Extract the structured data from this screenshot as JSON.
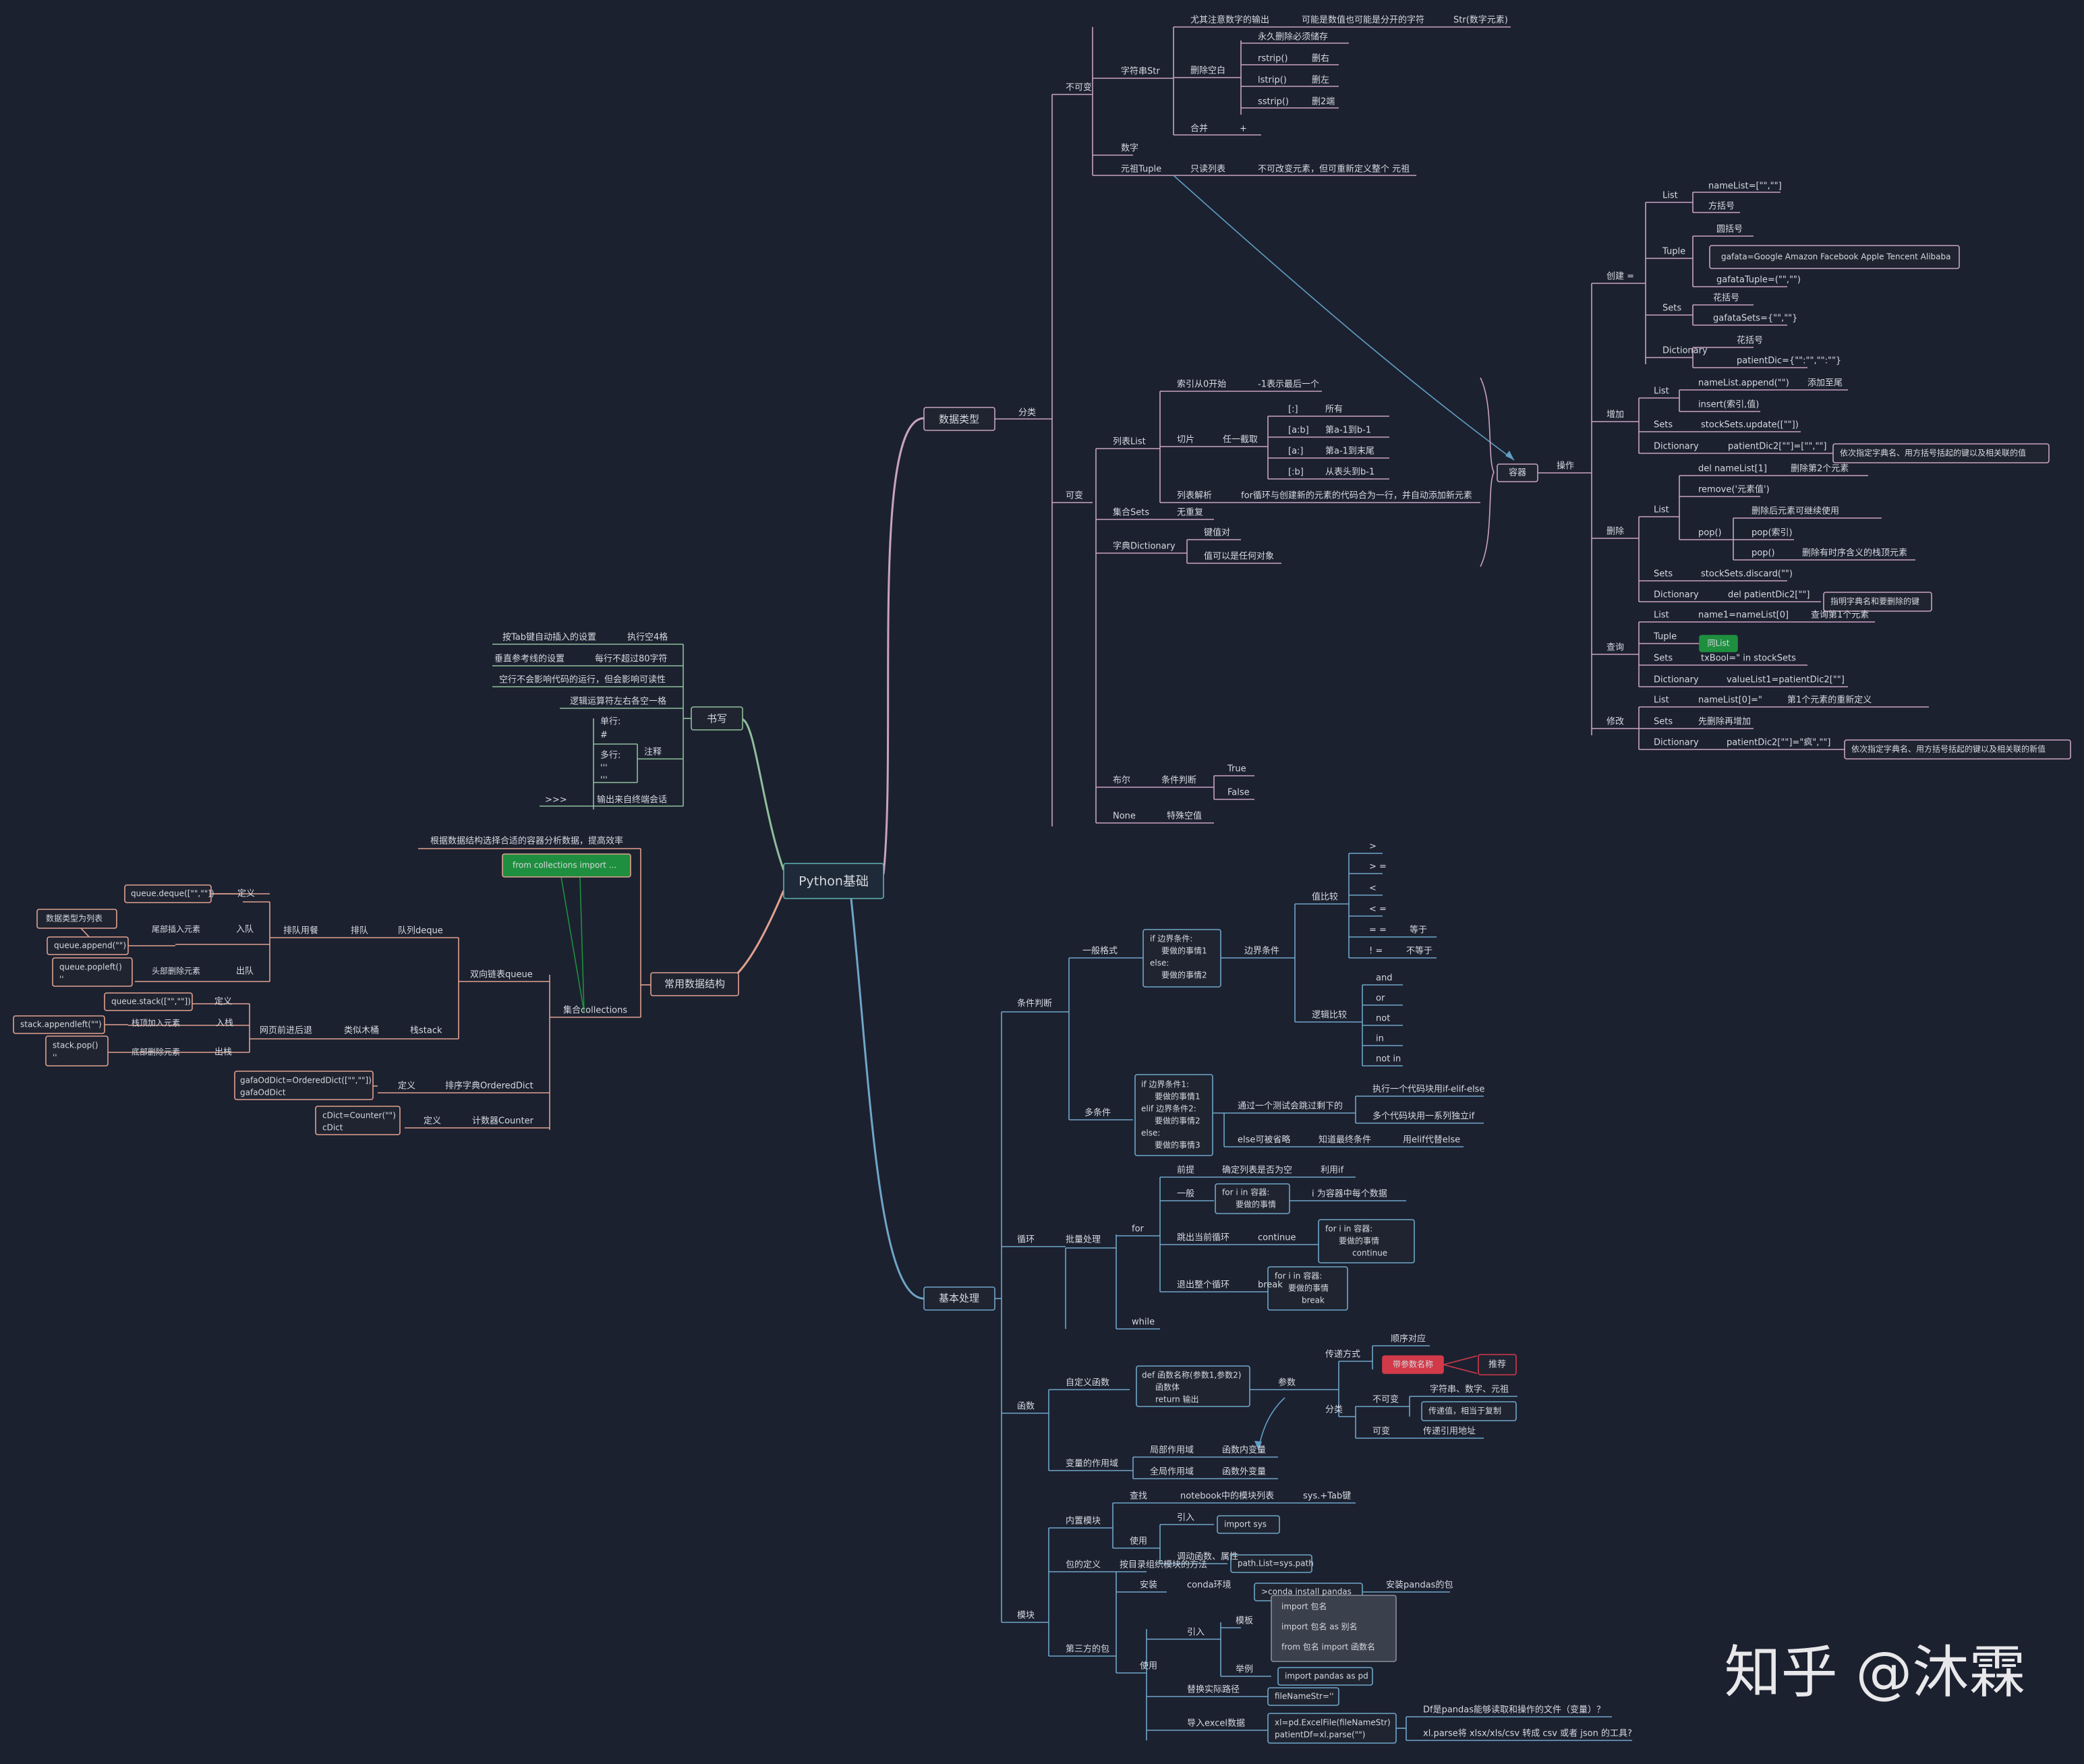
{
  "central": "Python基础",
  "branches": {
    "data_types": "数据类型",
    "classify": "分类",
    "writing": "书写",
    "common_ds": "常用数据结构",
    "basics": "基本处理"
  },
  "immutable": {
    "label": "不可变",
    "string": "字符串Str",
    "number_out": "尤其注意数字的输出",
    "may_be_split": "可能是数值也可能是分开的字符",
    "str_elem": "Str(数字元素)",
    "strip": "删除空白",
    "perm_save": "永久删除必须储存",
    "rstrip": "rstrip()",
    "rstrip_d": "删右",
    "lstrip": "lstrip()",
    "lstrip_d": "删左",
    "sstrip": "sstrip()",
    "sstrip_d": "删2端",
    "merge": "合并",
    "plus": "+",
    "number": "数字",
    "tuple": "元祖Tuple",
    "readonly": "只读列表",
    "tuple_note": "不可改变元素，但可重新定义整个 元祖"
  },
  "mutable": {
    "label": "可变",
    "list": "列表List",
    "index": "索引从0开始",
    "neg1": "-1表示最后一个",
    "slice": "切片",
    "any_cut": "任一截取",
    "s_all": "[:]",
    "s_all_d": "所有",
    "s_ab": "[a:b]",
    "s_ab_d": "第a-1到b-1",
    "s_a": "[a:]",
    "s_a_d": "第a-1到末尾",
    "s_b": "[:b]",
    "s_b_d": "从表头到b-1",
    "comp": "列表解析",
    "comp_d": "for循环与创建新的元素的代码合为一行，并自动添加新元素",
    "sets": "集合Sets",
    "unordered": "无重复",
    "dict": "字典Dictionary",
    "kv": "键值对",
    "any_obj": "值可以是任何对象",
    "bool": "布尔",
    "cond": "条件判断",
    "true": "True",
    "false": "False",
    "none": "None",
    "null": "特殊空值"
  },
  "container": {
    "label": "容器",
    "ops": "操作",
    "create": "创建 =",
    "c_list": "List",
    "c_list1": "nameList=[\"\",\"\"]",
    "c_list2": "方括号",
    "c_tuple": "Tuple",
    "c_tuple1": "圆括号",
    "c_tuple2": "gafata=Google Amazon Facebook Apple Tencent Alibaba",
    "c_tuple3": "gafataTuple=(\"\",\"\")",
    "c_sets": "Sets",
    "c_sets1": "花括号",
    "c_sets2": "gafataSets={\"\",\"\"}",
    "c_dict": "Dictionary",
    "c_dict1": "花括号",
    "c_dict2": "patientDic={\"\":\"\",\"\":\"\"}",
    "add": "增加",
    "a_list": "List",
    "a_list1": "nameList.append(\"\")",
    "a_list1d": "添加至尾",
    "a_list2": "insert(索引,值)",
    "a_sets": "Sets",
    "a_sets1": "stockSets.update([\"\"])",
    "a_dict": "Dictionary",
    "a_dict1": "patientDic2[\"\"]=[\"\",\"\"]",
    "a_dict1d": "依次指定字典名、用方括号括起的键以及相关联的值",
    "delete": "删除",
    "d_list": "List",
    "d_list1": "del nameList[1]",
    "d_list1d": "删除第2个元素",
    "d_list2": "remove('元素值')",
    "d_pop": "pop()",
    "d_pop1": "删除后元素可继续使用",
    "d_pop2": "pop(索引)",
    "d_pop3": "pop()",
    "d_pop3d": "删除有时序含义的栈顶元素",
    "d_sets": "Sets",
    "d_sets1": "stockSets.discard(\"\")",
    "d_dict": "Dictionary",
    "d_dict1": "del patientDic2[\"\"]",
    "d_dict1d": "指明字典名和要删除的键",
    "query": "查询",
    "q_list": "List",
    "q_list1": "name1=nameList[0]",
    "q_list1d": "查询第1个元素",
    "q_tuple": "Tuple",
    "q_tuple1": "同List",
    "q_sets": "Sets",
    "q_sets1": "txBool=\" in stockSets",
    "q_dict": "Dictionary",
    "q_dict1": "valueList1=patientDic2[\"\"]",
    "modify": "修改",
    "m_list": "List",
    "m_list1": "nameList[0]=\"",
    "m_list1d": "第1个元素的重新定义",
    "m_sets": "Sets",
    "m_sets1": "先删除再增加",
    "m_dict": "Dictionary",
    "m_dict1": "patientDic2[\"\"]=\"疯\",\"\"]",
    "m_dict1d": "依次指定字典名、用方括号括起的键以及相关联的新值"
  },
  "writing": {
    "tab": "按Tab键自动插入的设置",
    "tab_d": "执行空4格",
    "ruler": "垂直参考线的设置",
    "ruler_d": "每行不超过80字符",
    "blank": "空行不会影响代码的运行，但会影响可读性",
    "ops": "逻辑运算符左右各空一格",
    "single": "单行:",
    "hash": "#",
    "multi": "多行:",
    "q1": "'''",
    "q2": "'''",
    "comment": "注释",
    "prompt": ">>>",
    "prompt_d": "输出来自终端会话"
  },
  "ds": {
    "select": "根据数据结构选择合适的容器分析数据，提高效率",
    "from_import": "from collections import ...",
    "collections": "集合collections",
    "queue": "双向链表queue",
    "deque_def": "queue.deque([\"\",\"\"])",
    "define": "定义",
    "list_type": "数据类型为列表",
    "append": "queue.append(\"\")",
    "tail_in": "尾部插入元素",
    "enqueue": "入队",
    "popleft": "queue.popleft()",
    "popleft2": "''",
    "head_out": "头部删除元素",
    "dequeue": "出队",
    "line_up": "排队用餐",
    "queue_w": "排队",
    "deque": "队列deque",
    "stack_def": "queue.stack([\"\",\"\"])",
    "define2": "定义",
    "appendleft": "stack.appendleft(\"\")",
    "top_in": "栈顶加入元素",
    "push": "入栈",
    "stack_pop": "stack.pop()",
    "stack_pop2": "''",
    "bottom_out": "底部删除元素",
    "pop": "出栈",
    "web": "网页前进后退",
    "bucket": "类似木桶",
    "stack": "栈stack",
    "odict_def": "gafaOdDict=OrderedDict([\"\",\"\"])",
    "odict_def2": "gafaOdDict",
    "define3": "定义",
    "odict": "排序字典OrderedDict",
    "counter_def": "cDict=Counter(\"\")",
    "counter_def2": "cDict",
    "define4": "定义",
    "counter": "计数器Counter"
  },
  "basics": {
    "cond": "条件判断",
    "general": "一般格式",
    "if1": "if 边界条件:",
    "if2": "要做的事情1",
    "if3": "else:",
    "if4": "要做的事情2",
    "boundary": "边界条件",
    "value_cmp": "值比较",
    "gt": ">",
    "ge": "> =",
    "lt": "<",
    "le": "< =",
    "eq": "= =",
    "eq_d": "等于",
    "ne": "! =",
    "ne_d": "不等于",
    "logic_cmp": "逻辑比较",
    "and": "and",
    "or": "or",
    "not": "not",
    "in": "in",
    "not_in": "not in",
    "multi": "多条件",
    "m1": "if 边界条件1:",
    "m2": "要做的事情1",
    "m3": "elif 边界条件2:",
    "m4": "要做的事情2",
    "m5": "else:",
    "m6": "要做的事情3",
    "m_test": "通过一个测试会跳过剩下的",
    "m_one": "执行一个代码块用if-elif-else",
    "m_many": "多个代码块用一系列独立if",
    "m_else": "else可被省略",
    "m_know": "知道最终条件",
    "m_elif": "用elif代替else",
    "loop": "循环",
    "batch": "批量处理",
    "for": "for",
    "premise": "前提",
    "premise_d": "确定列表是否为空",
    "premise_u": "利用if",
    "normal": "一般",
    "f1": "for i in 容器:",
    "f2": "要做的事情",
    "f_i": "i 为容器中每个数据",
    "exit_cur": "跳出当前循环",
    "continue": "continue",
    "c1": "for i in 容器:",
    "c2": "要做的事情",
    "c3": "continue",
    "exit_all": "退出整个循环",
    "break": "break",
    "b1": "for i in 容器:",
    "b2": "要做的事情",
    "b3": "break",
    "while": "while",
    "func": "函数",
    "custom": "自定义函数",
    "d1": "def 函数名称(参数1,参数2)",
    "d2": "函数体",
    "d3": "return 输出",
    "param": "参数",
    "pass": "传递方式",
    "order": "顺序对应",
    "kwarg": "带参数名称",
    "recommend": "推荐",
    "class": "分类",
    "immut": "不可变",
    "immut1": "字符串、数字、元祖",
    "immut2": "传递值，相当于复制",
    "mut": "可变",
    "mut1": "传递引用地址",
    "scope": "变量的作用域",
    "local": "局部作用域",
    "local_d": "函数内变量",
    "global": "全局作用域",
    "global_d": "函数外变量",
    "module": "模块",
    "builtin": "内置模块",
    "lookup": "查找",
    "lookup_d": "notebook中的模块列表",
    "lookup_k": "sys.+Tab键",
    "use": "使用",
    "import": "引入",
    "import_d": "import sys",
    "call": "调动函数、属性",
    "call_d": "path.List=sys.path",
    "pkg_def": "包的定义",
    "pkg_def_d": "按目录组织模块的方法",
    "install": "安装",
    "conda": "conda环境",
    "conda_cmd": ">conda install pandas",
    "conda_d": "安装pandas的包",
    "third": "第三方的包",
    "use2": "使用",
    "import2": "引入",
    "template": "模板",
    "t1": "import 包名",
    "t2": "import 包名 as 别名",
    "t3": "from 包名 import 函数名",
    "example": "举例",
    "example_d": "import pandas as pd",
    "replace": "替换实际路径",
    "replace_d": "fileNameStr=''",
    "excel": "导入excel数据",
    "excel1": "xl=pd.ExcelFile(fileNameStr)",
    "excel2": "patientDf=xl.parse(\"\")",
    "df_q": "Df是pandas能够读取和操作的文件（变量）？",
    "parse_q": "xl.parse将 xlsx/xls/csv 转成 csv 或者 json 的工具?"
  },
  "watermark": "知乎 @沐霖",
  "colors": {
    "background": "#1c2130",
    "pink": "#c9a3bf",
    "green": "#8fbf9a",
    "salmon": "#e0a18f",
    "blue": "#6fa6c8",
    "text": "#d6d9df",
    "accent_green": "#1e8f3e",
    "accent_red": "#d23a4a"
  }
}
